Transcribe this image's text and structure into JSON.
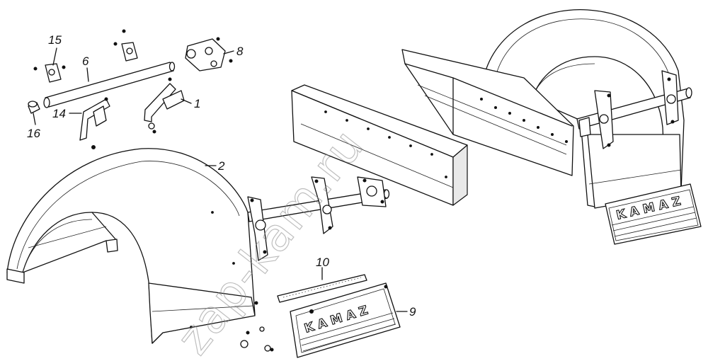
{
  "callouts": {
    "c1": "1",
    "c2": "2",
    "c6": "6",
    "c8": "8",
    "c9": "9",
    "c10": "10",
    "c14": "14",
    "c15": "15",
    "c16": "16"
  },
  "mudflap_front": {
    "brand": "KAMAZ"
  },
  "mudflap_rear": {
    "brand": "KAMAZ"
  },
  "watermark": {
    "text": "zap-kam.ru"
  }
}
